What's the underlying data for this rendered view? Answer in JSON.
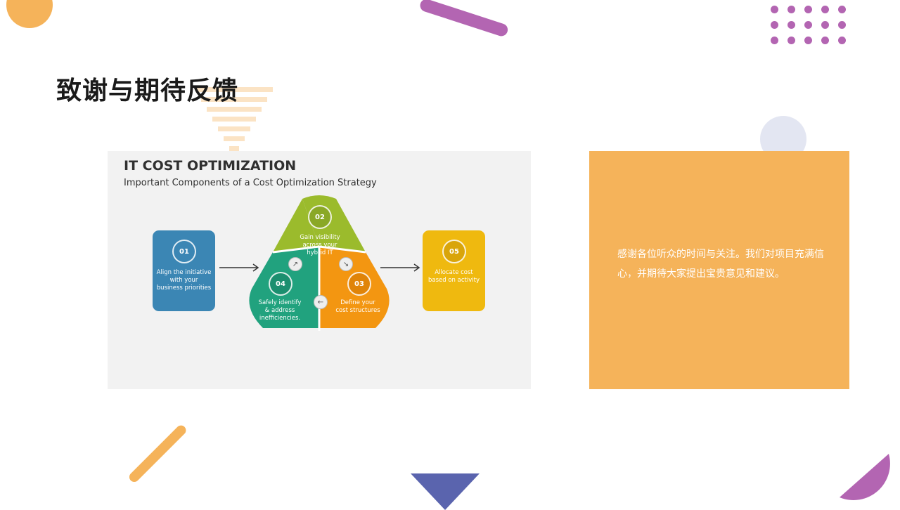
{
  "slide": {
    "title": "致谢与期待反馈",
    "message": "感谢各位听众的时间与关注。我们对项目充满信心，并期待大家提出宝贵意见和建议。"
  },
  "infographic": {
    "title": "IT COST OPTIMIZATION",
    "subtitle": "Important Components of a Cost Optimization Strategy",
    "steps": [
      {
        "number": "01",
        "text": "Align the initiative\nwith your\nbusiness priorities",
        "color": "#3b86b4"
      },
      {
        "number": "02",
        "text": "Gain visibility\nacross your\nhybrid IT",
        "color": "#9bbb2c"
      },
      {
        "number": "03",
        "text": "Define your\ncost structures",
        "color": "#f39611"
      },
      {
        "number": "04",
        "text": "Safely identify\n& address\ninefficiencies.",
        "color": "#21a27e"
      },
      {
        "number": "05",
        "text": "Allocate cost\nbased on activity",
        "color": "#efb90f"
      }
    ]
  },
  "colors": {
    "accent_orange": "#f5b35a",
    "accent_purple": "#b365b2",
    "accent_blue": "#5a64ae",
    "pale_lavender": "#e3e6f2",
    "panel_bg": "#f2f2f2"
  }
}
